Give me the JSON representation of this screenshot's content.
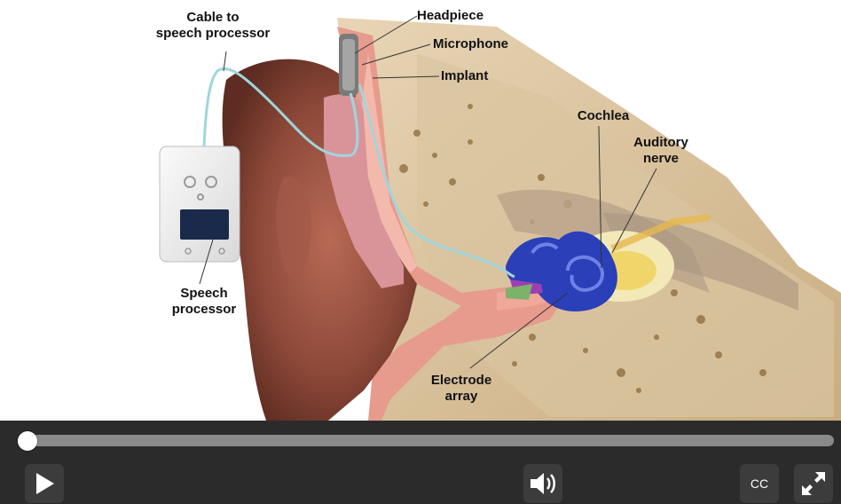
{
  "labels": {
    "cable": "Cable to\nspeech processor",
    "headpiece": "Headpiece",
    "microphone": "Microphone",
    "implant": "Implant",
    "cochlea": "Cochlea",
    "auditory_nerve": "Auditory\nnerve",
    "speech_processor": "Speech\nprocessor",
    "electrode_array": "Electrode\narray"
  },
  "player": {
    "progress_fraction": 0.0,
    "closed_captions_label": "CC",
    "icons": {
      "play": "play-icon",
      "volume": "volume-icon",
      "fullscreen": "fullscreen-icon"
    }
  },
  "colors": {
    "control_bar": "#2b2b2b",
    "button_bg": "#3c3c3c",
    "track": "#8a8a8a",
    "cochlea_blue": "#2a3fb8",
    "tissue_pink": "#e79b8d",
    "cable": "#9fd6dc"
  }
}
